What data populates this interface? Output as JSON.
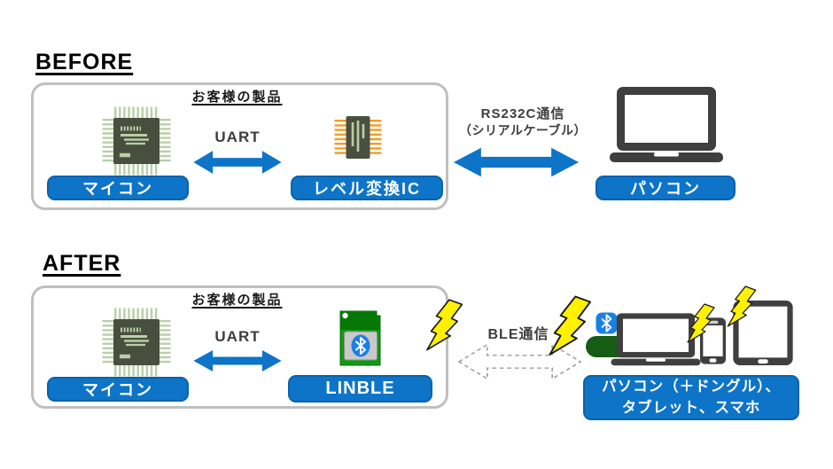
{
  "colors": {
    "accent_blue": "#0d74c8",
    "label_border_blue": "#0a62aa",
    "box_border_gray": "#bfbfbf",
    "device_gray": "#3f3f3f",
    "bolt_yellow": "#fff100",
    "pcb_green": "#0f9b10",
    "pcb_green_dark": "#067806",
    "dongle_green": "#155c15",
    "mcu_body": "#494f3e",
    "mcu_pin_green": "#b9cfa8",
    "ic_pin_orange": "#f59b22",
    "bluetooth_blue": "#1b80e4"
  },
  "before": {
    "heading": "BEFORE",
    "box_label": "お客様の製品",
    "mcu_label": "マイコン",
    "uart_label": "UART",
    "ic_label": "レベル変換IC",
    "link": {
      "line1": "RS232C通信",
      "line2": "（シリアルケーブル）"
    },
    "pc_label": "パソコン"
  },
  "after": {
    "heading": "AFTER",
    "box_label": "お客様の製品",
    "mcu_label": "マイコン",
    "uart_label": "UART",
    "module_label": "LINBLE",
    "link_label": "BLE通信",
    "devices_label": {
      "line1": "パソコン（＋ドングル）、",
      "line2": "タブレット、スマホ"
    }
  }
}
